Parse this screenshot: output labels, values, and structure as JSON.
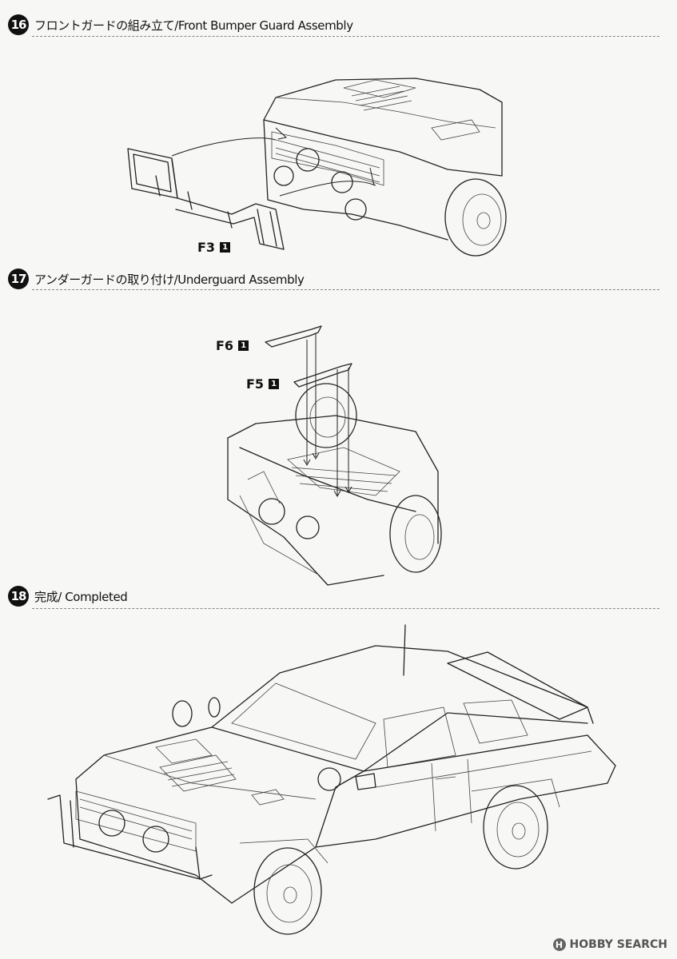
{
  "steps": [
    {
      "number": "16",
      "title": "フロントガードの組み立て/Front Bumper Guard Assembly"
    },
    {
      "number": "17",
      "title": "アンダーガードの取り付け/Underguard Assembly"
    },
    {
      "number": "18",
      "title": "完成/ Completed"
    }
  ],
  "parts": [
    {
      "code": "F3",
      "qty": "1"
    },
    {
      "code": "F6",
      "qty": "1"
    },
    {
      "code": "F5",
      "qty": "1"
    }
  ],
  "watermark": {
    "logo_glyph": "H",
    "text": "HOBBY SEARCH"
  }
}
